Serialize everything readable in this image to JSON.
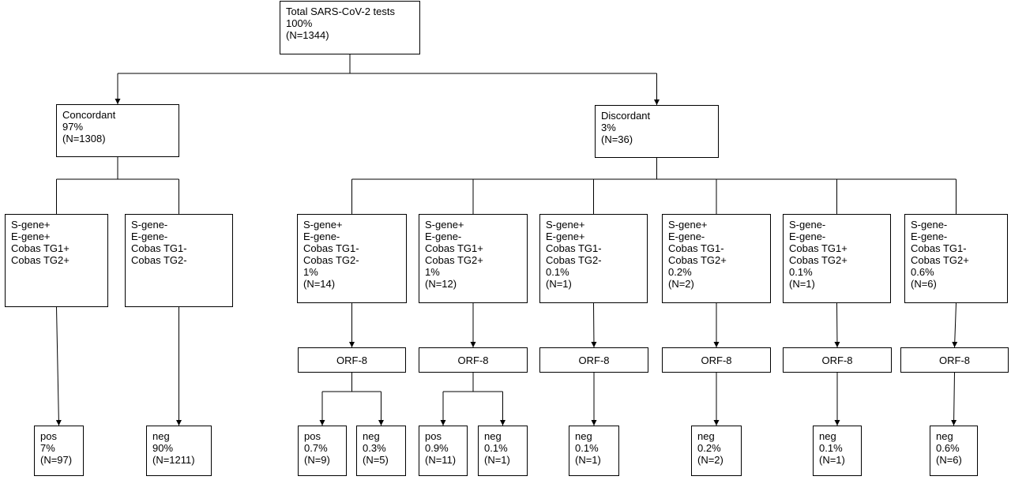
{
  "nodes": [
    {
      "id": "root",
      "lines": [
        "Total SARS-CoV-2 tests",
        "100%",
        "(N=1344)"
      ]
    },
    {
      "id": "concordant",
      "lines": [
        "Concordant",
        "97%",
        "(N=1308)"
      ]
    },
    {
      "id": "discordant",
      "lines": [
        "Discordant",
        "3%",
        "(N=36)"
      ]
    },
    {
      "id": "c-pos-profile",
      "lines": [
        "S-gene+",
        "E-gene+",
        "Cobas TG1+",
        "Cobas TG2+"
      ]
    },
    {
      "id": "c-neg-profile",
      "lines": [
        "S-gene-",
        "E-gene-",
        "Cobas TG1-",
        "Cobas TG2-"
      ]
    },
    {
      "id": "d1-profile",
      "lines": [
        "S-gene+",
        "E-gene-",
        "Cobas TG1-",
        "Cobas TG2-",
        "1%",
        "(N=14)"
      ]
    },
    {
      "id": "d2-profile",
      "lines": [
        "S-gene+",
        "E-gene-",
        "Cobas TG1+",
        "Cobas TG2+",
        "1%",
        "(N=12)"
      ]
    },
    {
      "id": "d3-profile",
      "lines": [
        "S-gene+",
        "E-gene+",
        "Cobas TG1-",
        "Cobas TG2-",
        "0.1%",
        "(N=1)"
      ]
    },
    {
      "id": "d4-profile",
      "lines": [
        "S-gene+",
        "E-gene-",
        "Cobas TG1-",
        "Cobas TG2+",
        "0.2%",
        "(N=2)"
      ]
    },
    {
      "id": "d5-profile",
      "lines": [
        "S-gene-",
        "E-gene-",
        "Cobas TG1+",
        "Cobas TG2+",
        "0.1%",
        "(N=1)"
      ]
    },
    {
      "id": "d6-profile",
      "lines": [
        "S-gene-",
        "E-gene-",
        "Cobas TG1-",
        "Cobas TG2+",
        "0.6%",
        "(N=6)"
      ]
    },
    {
      "id": "d1-orf8",
      "lines": [
        "ORF-8"
      ]
    },
    {
      "id": "d2-orf8",
      "lines": [
        "ORF-8"
      ]
    },
    {
      "id": "d3-orf8",
      "lines": [
        "ORF-8"
      ]
    },
    {
      "id": "d4-orf8",
      "lines": [
        "ORF-8"
      ]
    },
    {
      "id": "d5-orf8",
      "lines": [
        "ORF-8"
      ]
    },
    {
      "id": "d6-orf8",
      "lines": [
        "ORF-8"
      ]
    },
    {
      "id": "c-pos-result",
      "lines": [
        "pos",
        "7%",
        "(N=97)"
      ]
    },
    {
      "id": "c-neg-result",
      "lines": [
        "neg",
        "90%",
        "(N=1211)"
      ]
    },
    {
      "id": "d1-pos-result",
      "lines": [
        "pos",
        "0.7%",
        "(N=9)"
      ]
    },
    {
      "id": "d1-neg-result",
      "lines": [
        "neg",
        "0.3%",
        "(N=5)"
      ]
    },
    {
      "id": "d2-pos-result",
      "lines": [
        "pos",
        "0.9%",
        "(N=11)"
      ]
    },
    {
      "id": "d2-neg-result",
      "lines": [
        "neg",
        "0.1%",
        "(N=1)"
      ]
    },
    {
      "id": "d3-neg-result",
      "lines": [
        "neg",
        "0.1%",
        "(N=1)"
      ]
    },
    {
      "id": "d4-neg-result",
      "lines": [
        "neg",
        "0.2%",
        "(N=2)"
      ]
    },
    {
      "id": "d5-neg-result",
      "lines": [
        "neg",
        "0.1%",
        "(N=1)"
      ]
    },
    {
      "id": "d6-neg-result",
      "lines": [
        "neg",
        "0.6%",
        "(N=6)"
      ]
    }
  ],
  "edges": [
    [
      "root",
      "concordant"
    ],
    [
      "root",
      "discordant"
    ],
    [
      "concordant",
      "c-pos-profile"
    ],
    [
      "concordant",
      "c-neg-profile"
    ],
    [
      "discordant",
      "d1-profile"
    ],
    [
      "discordant",
      "d2-profile"
    ],
    [
      "discordant",
      "d3-profile"
    ],
    [
      "discordant",
      "d4-profile"
    ],
    [
      "discordant",
      "d5-profile"
    ],
    [
      "discordant",
      "d6-profile"
    ],
    [
      "c-pos-profile",
      "c-pos-result"
    ],
    [
      "c-neg-profile",
      "c-neg-result"
    ],
    [
      "d1-profile",
      "d1-orf8"
    ],
    [
      "d2-profile",
      "d2-orf8"
    ],
    [
      "d3-profile",
      "d3-orf8"
    ],
    [
      "d4-profile",
      "d4-orf8"
    ],
    [
      "d5-profile",
      "d5-orf8"
    ],
    [
      "d6-profile",
      "d6-orf8"
    ],
    [
      "d1-orf8",
      "d1-pos-result"
    ],
    [
      "d1-orf8",
      "d1-neg-result"
    ],
    [
      "d2-orf8",
      "d2-pos-result"
    ],
    [
      "d2-orf8",
      "d2-neg-result"
    ],
    [
      "d3-orf8",
      "d3-neg-result"
    ],
    [
      "d4-orf8",
      "d4-neg-result"
    ],
    [
      "d5-orf8",
      "d5-neg-result"
    ],
    [
      "d6-orf8",
      "d6-neg-result"
    ]
  ]
}
